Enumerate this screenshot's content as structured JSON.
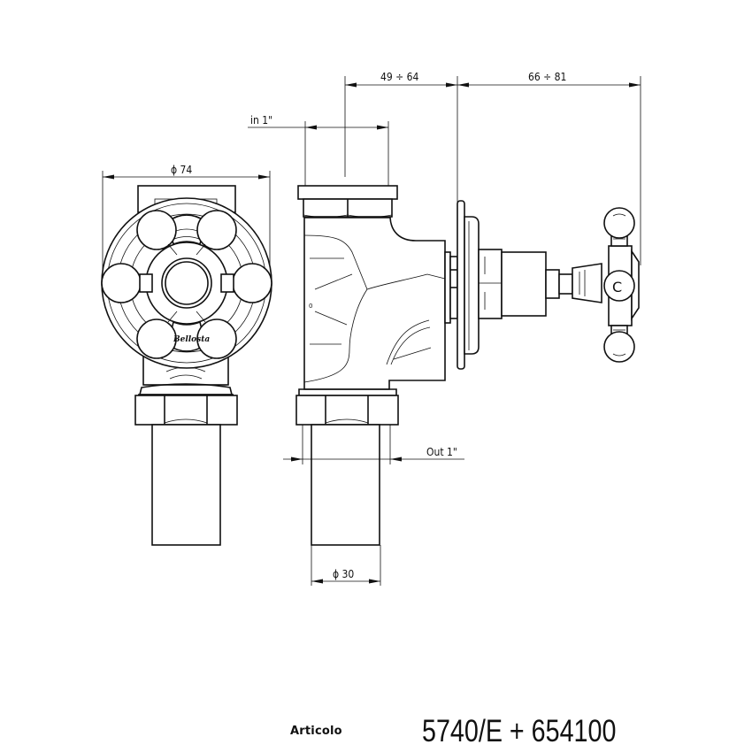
{
  "drawing": {
    "title_label": "Articolo",
    "article_code": "5740/E + 654100",
    "brand_logo_text": "Bellosta",
    "handle_cap_letter": "C",
    "dimensions": {
      "diameter_body": "ϕ 74",
      "inlet": "in 1\"",
      "outlet": "Out 1\"",
      "wall_depth_range": "49 ÷ 64",
      "handle_projection_range": "66 ÷ 81",
      "diameter_pipe": "ϕ 30"
    },
    "views": [
      {
        "name": "front-view",
        "description": "Front view with cross handle rosette"
      },
      {
        "name": "side-section-view",
        "description": "Side view of valve body with wall plate and cross handle"
      }
    ],
    "colors": {
      "line": "#111111",
      "background": "#ffffff"
    }
  }
}
